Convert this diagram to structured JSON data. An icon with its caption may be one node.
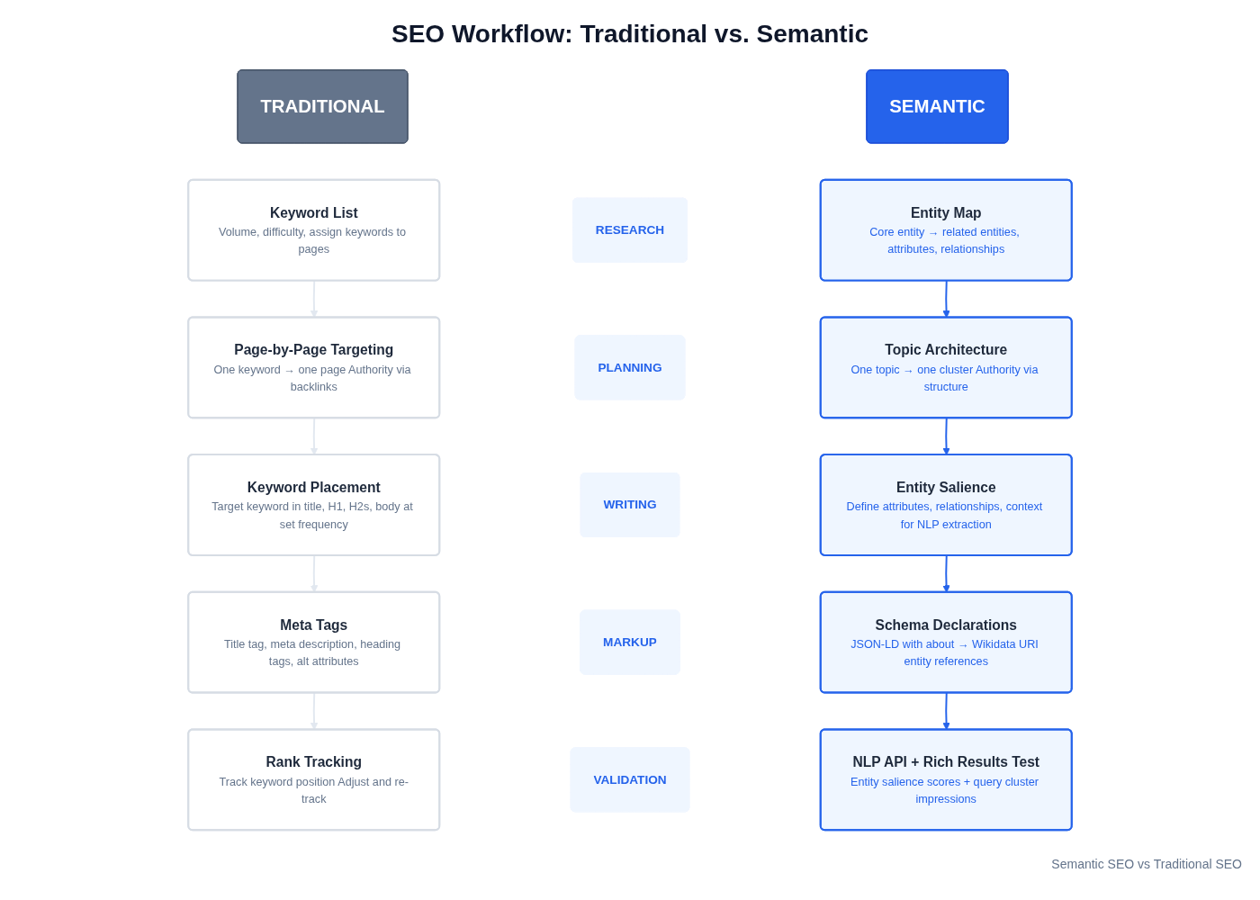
{
  "diagram": {
    "title": "SEO Workflow: Traditional vs. Semantic",
    "caption": "Semantic SEO vs Traditional SEO",
    "nodes": [
      {
        "text": [
          "TRADITIONAL"
        ]
      },
      {
        "text": [
          "SEMANTIC"
        ]
      },
      {
        "text": [
          "Keyword List",
          "Volume, difficulty, assign keywords to pages"
        ]
      },
      {
        "text": [
          "RESEARCH"
        ]
      },
      {
        "text": [
          "Entity Map",
          "Core entity → related entities, attributes, relationships"
        ]
      },
      {
        "text": [
          "Page-by-Page Targeting",
          "One keyword → one page Authority via backlinks"
        ]
      },
      {
        "text": [
          "PLANNING"
        ]
      },
      {
        "text": [
          "Topic Architecture",
          "One topic → one cluster Authority via structure"
        ]
      },
      {
        "text": [
          "Keyword Placement",
          "Target keyword in title, H1, H2s, body at set frequency"
        ]
      },
      {
        "text": [
          "WRITING"
        ]
      },
      {
        "text": [
          "Entity Salience",
          "Define attributes, relationships, context for NLP extraction"
        ]
      },
      {
        "text": [
          "Meta Tags",
          "Title tag, meta description, heading tags, alt attributes"
        ]
      },
      {
        "text": [
          "MARKUP"
        ]
      },
      {
        "text": [
          "Schema Declarations",
          "JSON-LD with about → Wikidata URI entity references"
        ]
      },
      {
        "text": [
          "Rank Tracking",
          "Track keyword position Adjust and re-track"
        ]
      },
      {
        "text": [
          "VALIDATION"
        ]
      },
      {
        "text": [
          "NLP API + Rich Results Test",
          "Entity salience scores + query cluster impressions"
        ]
      }
    ],
    "edges": [
      {
        "from": 2,
        "to": 5,
        "arrow": "to",
        "color": "#e2e8f0"
      },
      {
        "from": 5,
        "to": 8,
        "arrow": "to",
        "color": "#e2e8f0"
      },
      {
        "from": 8,
        "to": 11,
        "arrow": "to",
        "color": "#e2e8f0"
      },
      {
        "from": 11,
        "to": 14,
        "arrow": "to",
        "color": "#e2e8f0"
      },
      {
        "from": 4,
        "to": 7,
        "arrow": "to",
        "color": "#2563eb"
      },
      {
        "from": 7,
        "to": 10,
        "arrow": "to",
        "color": "#2563eb"
      },
      {
        "from": 10,
        "to": 13,
        "arrow": "to",
        "color": "#2563eb"
      },
      {
        "from": 13,
        "to": 16,
        "arrow": "to",
        "color": "#2563eb"
      }
    ]
  }
}
